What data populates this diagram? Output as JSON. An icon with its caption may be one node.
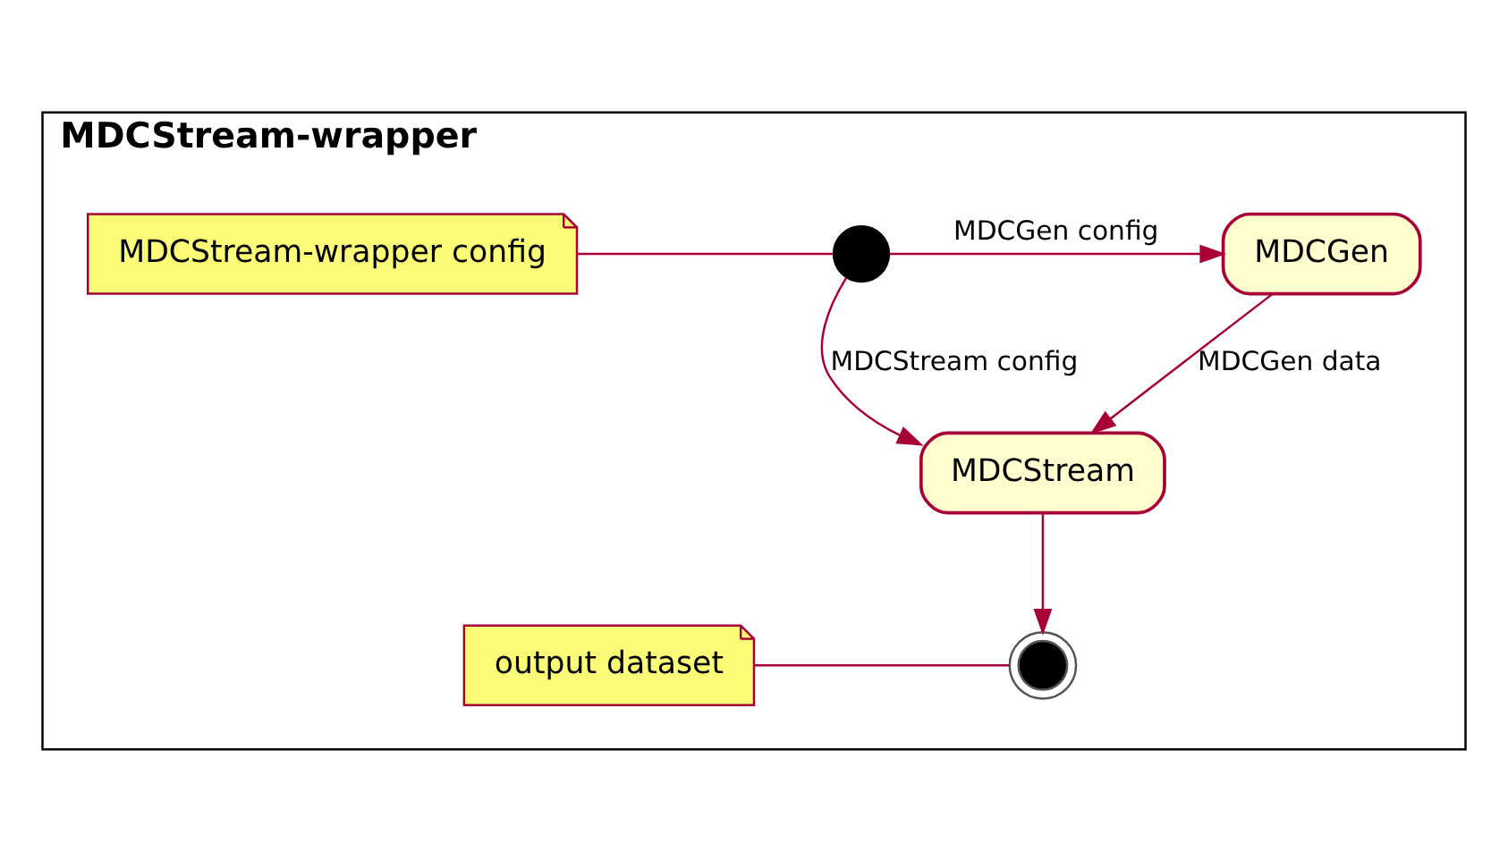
{
  "diagram": {
    "nodes": [
      {
        "text": [
          "MDCStream-wrapper"
        ]
      },
      {
        "text": [
          "MDCStream-wrapper config"
        ],
        "in": 0
      },
      {
        "text": [],
        "shape": "circle",
        "in": 0
      },
      {
        "text": [
          "MDCGen"
        ],
        "in": 0
      },
      {
        "text": [
          "MDCStream"
        ],
        "in": 0
      },
      {
        "text": [],
        "shape": "circle",
        "in": 0
      },
      {
        "text": [
          "output dataset"
        ],
        "in": 0
      }
    ],
    "edges": [
      {
        "from": 1,
        "to": 2,
        "arrow": "none"
      },
      {
        "from": 2,
        "to": 3,
        "arrow": "to",
        "label": "MDCGen config"
      },
      {
        "from": 2,
        "to": 4,
        "arrow": "to",
        "label": "MDCStream config"
      },
      {
        "from": 3,
        "to": 4,
        "arrow": "to",
        "label": "MDCGen data"
      },
      {
        "from": 4,
        "to": 5,
        "arrow": "to"
      },
      {
        "from": 6,
        "to": 5,
        "arrow": "none"
      }
    ]
  }
}
